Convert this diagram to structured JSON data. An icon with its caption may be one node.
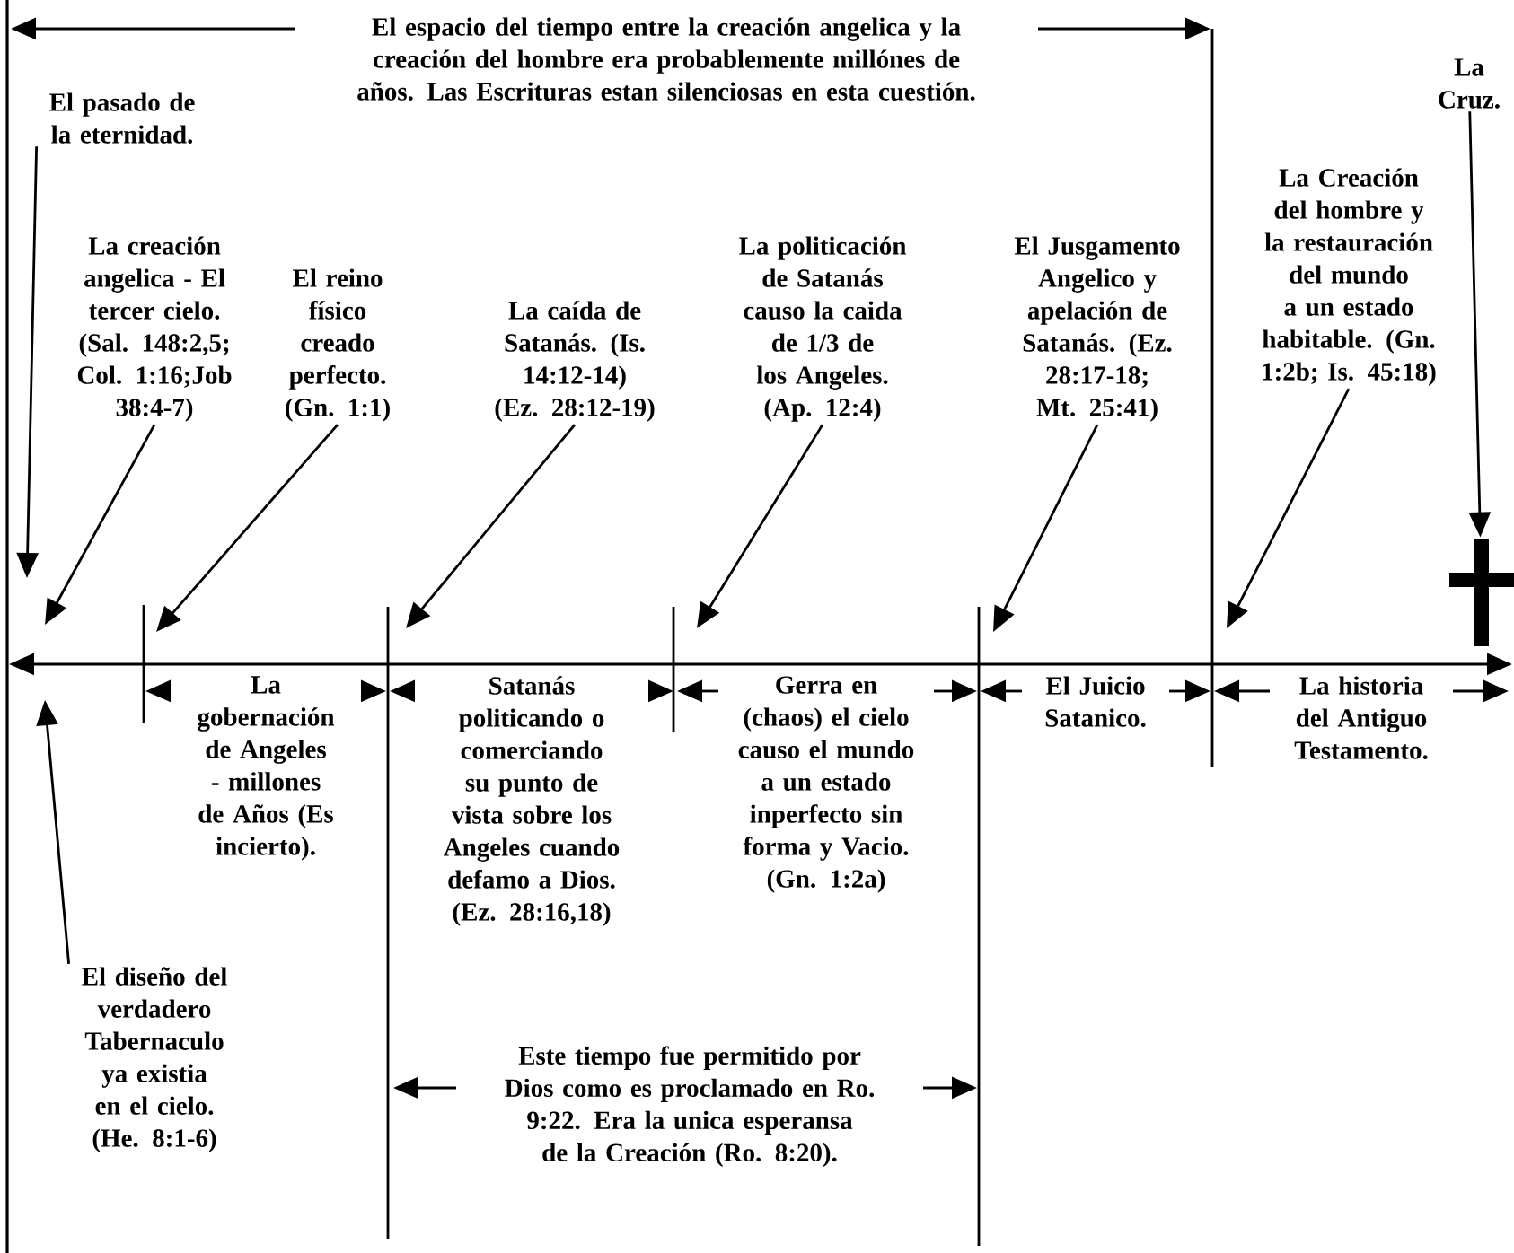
{
  "diagram": {
    "nodes": [
      {
        "text": [
          "El pasado de la eternidad."
        ]
      },
      {
        "text": [
          "La creación angelica - El tercer cielo. (Sal. 148:2,5; Col. 1:16;Job 38:4-7)"
        ]
      },
      {
        "text": [
          "El reino físico creado perfecto. (Gn. 1:1)"
        ]
      },
      {
        "text": [
          "La caída de Satanás. (Is. 14:12-14) (Ez. 28:12-19)"
        ]
      },
      {
        "text": [
          "La politicación de Satanás causo la caida de 1/3 de los Angeles. (Ap. 12:4)"
        ]
      },
      {
        "text": [
          "El Jusgamento Angelico y apelación de Satanás. (Ez. 28:17-18; Mt. 25:41)"
        ]
      },
      {
        "text": [
          "La Creación del hombre y la restauración del mundo a un estado habitable. (Gn. 1:2b; Is. 45:18)"
        ]
      },
      {
        "text": [
          "La Cruz."
        ]
      },
      {
        "text": [],
        "shape": "cross"
      },
      {
        "text": [
          "El diseño del verdadero Tabernaculo ya existia en el cielo. (He. 8:1-6)"
        ]
      }
    ],
    "edges": [
      {
        "from": 0,
        "to": null,
        "arrow": "to"
      },
      {
        "from": 1,
        "to": null,
        "arrow": "to"
      },
      {
        "from": 2,
        "to": null,
        "arrow": "to"
      },
      {
        "from": 3,
        "to": null,
        "arrow": "to"
      },
      {
        "from": 4,
        "to": null,
        "arrow": "to"
      },
      {
        "from": 5,
        "to": null,
        "arrow": "to"
      },
      {
        "from": 6,
        "to": null,
        "arrow": "to"
      },
      {
        "from": 7,
        "to": 8,
        "arrow": "to"
      },
      {
        "from": 9,
        "to": null,
        "arrow": "to"
      }
    ],
    "labels": [
      "El espacio del tiempo entre la creación angelica y la creación del hombre era probablemente millónes de años. Las Escrituras estan silenciosas en esta cuestión.",
      "La gobernación de Angeles - millones de Años (Es incierto).",
      "Satanás politicando o comerciando su punto de vista sobre los Angeles cuando defamo a Dios. (Ez. 28:16,18)",
      "Gerra en (chaos) el cielo causo el mundo a un estado inperfecto sin forma y Vacio. (Gn. 1:2a)",
      "El Juicio Satanico.",
      "La historia del Antiguo Testamento.",
      "Este tiempo fue permitido por Dios como es proclamado en Ro. 9:22. Era la unica esperansa de la Creación (Ro. 8:20)."
    ]
  }
}
